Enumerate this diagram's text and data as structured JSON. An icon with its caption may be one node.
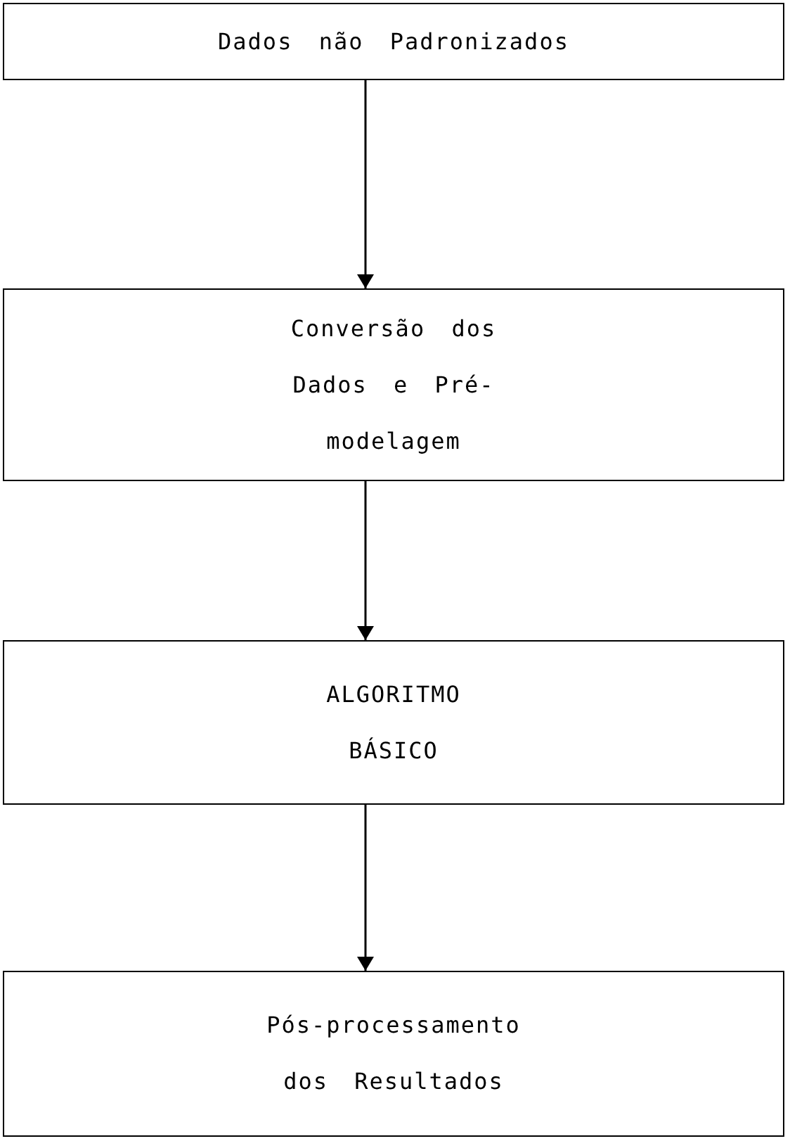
{
  "diagram": {
    "nodes": [
      {
        "text": [
          "Dados não Padronizados"
        ]
      },
      {
        "text": [
          "Conversão dos Dados e Pré-modelagem"
        ]
      },
      {
        "text": [
          "ALGORITMO BÁSICO"
        ]
      },
      {
        "text": [
          "Pós-processamento dos Resultados"
        ]
      }
    ],
    "edges": [
      {
        "from": 0,
        "to": 1,
        "arrow": "to"
      },
      {
        "from": 1,
        "to": 2,
        "arrow": "to"
      },
      {
        "from": 2,
        "to": 3,
        "arrow": "to"
      }
    ]
  }
}
